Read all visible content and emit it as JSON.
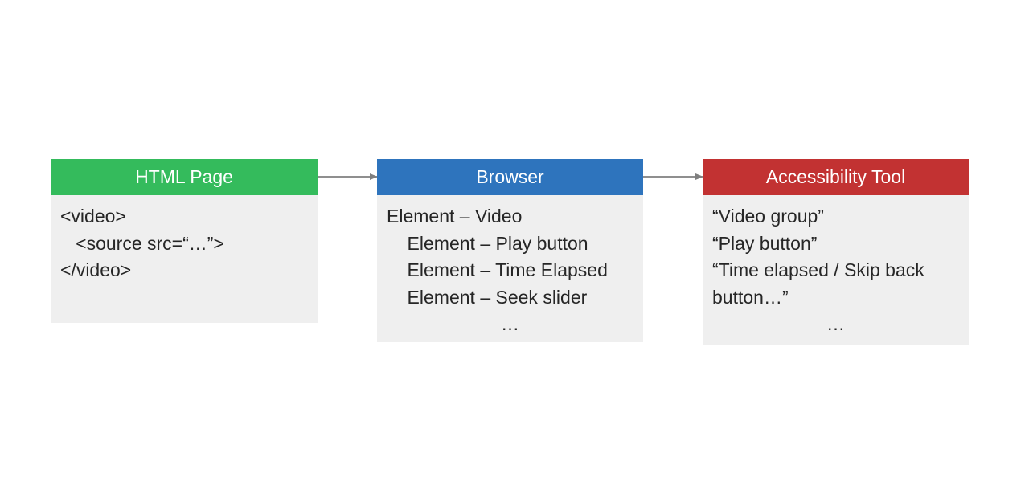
{
  "colors": {
    "html_header": "#34bb5c",
    "browser_header": "#2e74bd",
    "tool_header": "#c23232",
    "body_fill": "#efefef",
    "arrow": "#7f7f7f"
  },
  "boxes": {
    "html": {
      "title": "HTML Page",
      "lines": [
        "<video>",
        "   <source src=“…”>",
        "</video>"
      ]
    },
    "browser": {
      "title": "Browser",
      "lines": [
        "Element – Video",
        "    Element – Play button",
        "    Element – Time Elapsed",
        "    Element – Seek slider",
        "…"
      ]
    },
    "tool": {
      "title": "Accessibility Tool",
      "lines": [
        "“Video group”",
        "“Play button”",
        "“Time elapsed / Skip back",
        "button…”",
        "…"
      ]
    }
  }
}
